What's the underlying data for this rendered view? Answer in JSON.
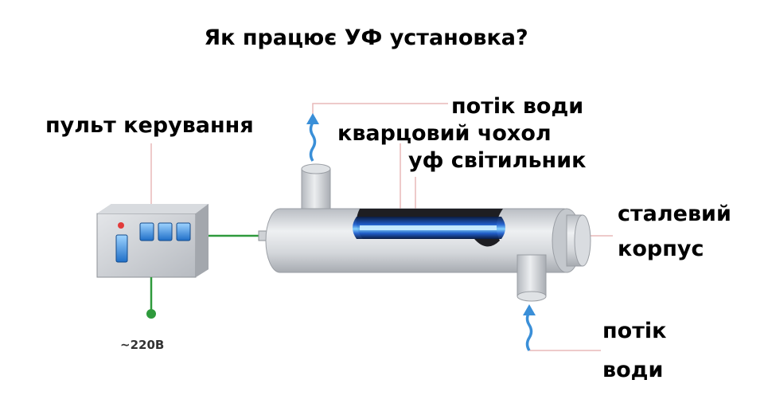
{
  "title": "Як працює УФ установка?",
  "labels": {
    "control_panel": "пульт керування",
    "water_flow_out": "потік води",
    "quartz_sleeve": "кварцовий чохол",
    "uv_lamp": "уф світильник",
    "steel_housing_line1": "сталевий",
    "steel_housing_line2": "корпус",
    "water_flow_in_line1": "потік",
    "water_flow_in_line2": "води",
    "voltage": "~220В"
  },
  "colors": {
    "leader_line": "#e8b8b8",
    "cable": "#2e9a3c",
    "water_arrow": "#3a8fd8",
    "uv_glow": "#3aa0ff",
    "steel": "#c9ccd1"
  }
}
